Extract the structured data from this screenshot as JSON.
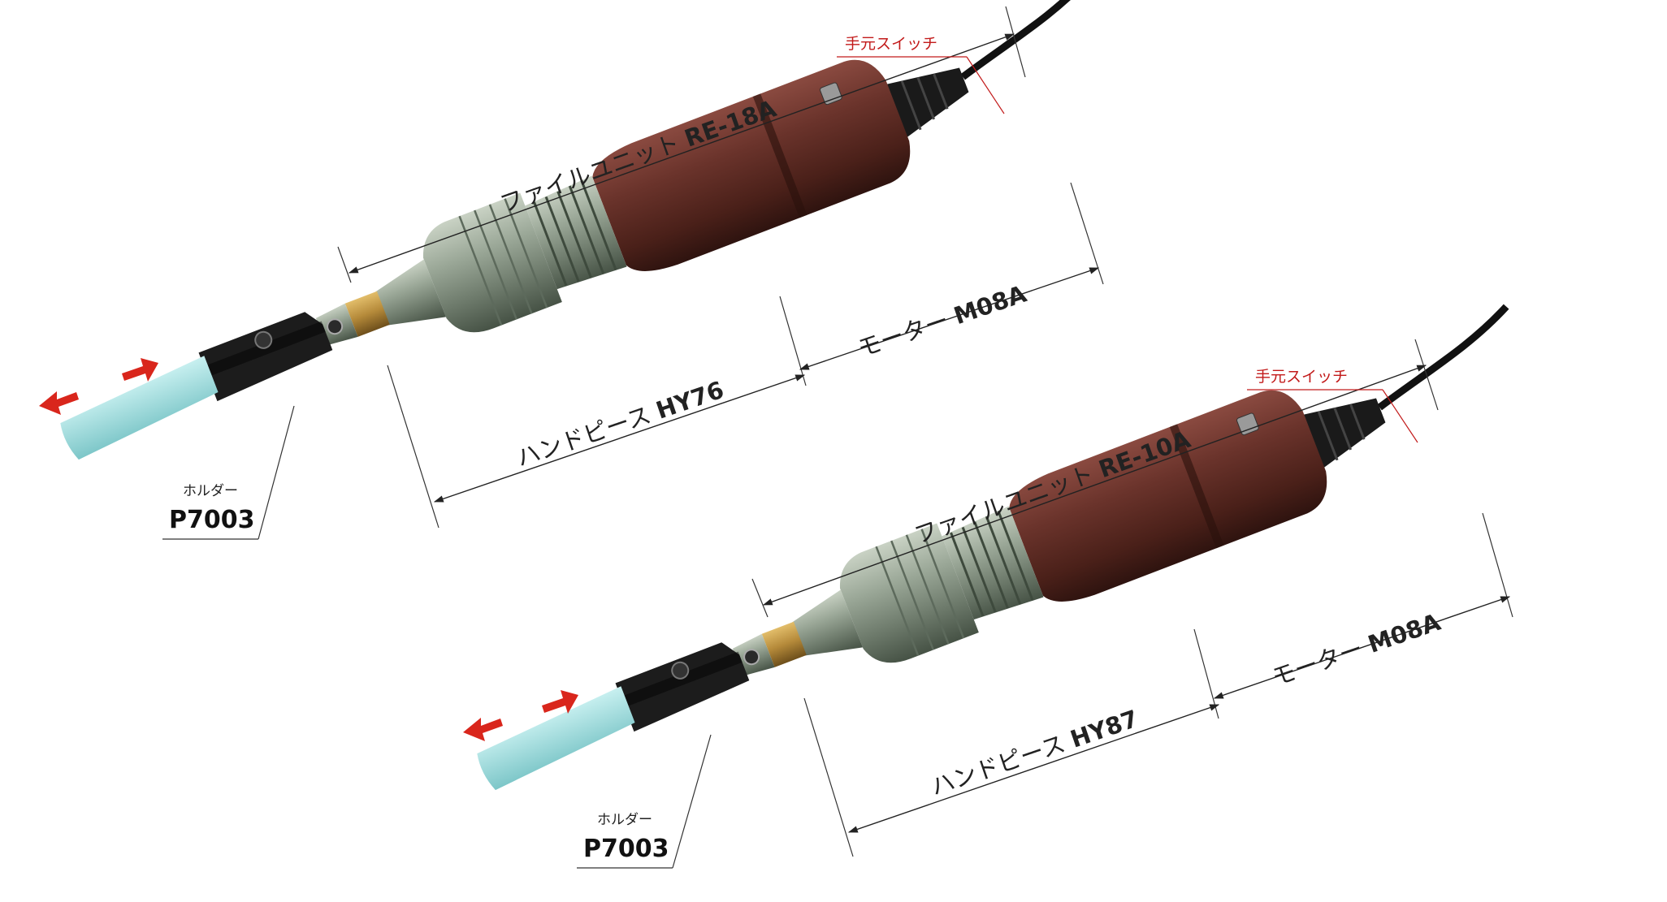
{
  "units": [
    {
      "file_unit_label": "ファイルユニット",
      "file_unit_code": "RE-18A",
      "motor_label": "モーター",
      "motor_code": "M08A",
      "handpiece_label": "ハンドピース",
      "handpiece_code": "HY76",
      "switch_label": "手元スイッチ",
      "holder_label": "ホルダー",
      "holder_code": "P7003"
    },
    {
      "file_unit_label": "ファイルユニット",
      "file_unit_code": "RE-10A",
      "motor_label": "モーター",
      "motor_code": "M08A",
      "handpiece_label": "ハンドピース",
      "handpiece_code": "HY87",
      "switch_label": "手元スイッチ",
      "holder_label": "ホルダー",
      "holder_code": "P7003"
    }
  ],
  "colors": {
    "motor_body": "#5a2a23",
    "handpiece_metal": "#8f9a8c",
    "brass_ring": "#b58a3a",
    "file_blade": "#9fd8d8",
    "holder": "#1c1c1c",
    "cable": "#111111",
    "switch_text": "#c21a1a",
    "arrow": "#d9261c"
  }
}
